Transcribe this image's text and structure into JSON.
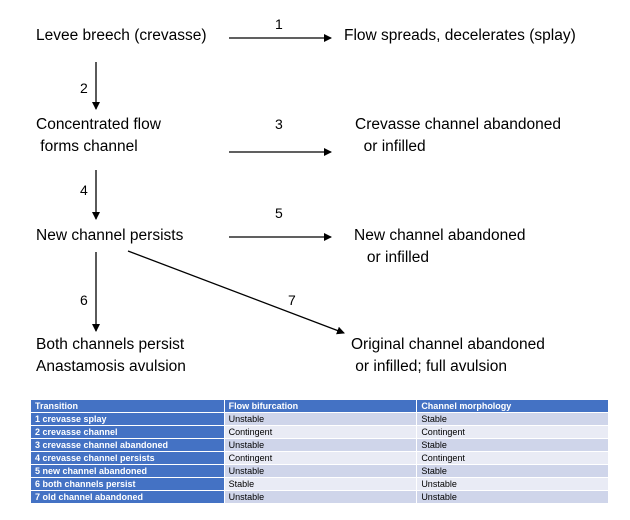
{
  "nodes": {
    "levee_breech": "Levee breech (crevasse)",
    "flow_spreads": "Flow spreads, decelerates (splay)",
    "concentrated_flow": "Concentrated flow\n forms channel",
    "crevasse_abandoned": "Crevasse channel abandoned\n  or infilled",
    "new_channel_persists": "New channel persists",
    "new_channel_abandoned": "New channel abandoned\n   or infilled",
    "both_channels": "Both channels persist\nAnastamosis avulsion",
    "original_abandoned": "Original channel abandoned\n or infilled; full avulsion"
  },
  "transition_numbers": [
    "1",
    "2",
    "3",
    "4",
    "5",
    "6",
    "7"
  ],
  "table": {
    "headers": [
      "Transition",
      "Flow bifurcation",
      "Channel morphology"
    ],
    "rows": [
      [
        "1 crevasse splay",
        "Unstable",
        "Stable"
      ],
      [
        "2 crevasse channel",
        "Contingent",
        "Contingent"
      ],
      [
        "3 crevasse channel abandoned",
        "Unstable",
        "Stable"
      ],
      [
        "4 crevasse channel persists",
        "Contingent",
        "Contingent"
      ],
      [
        "5 new channel abandoned",
        "Unstable",
        "Stable"
      ],
      [
        "6 both channels persist",
        "Stable",
        "Unstable"
      ],
      [
        "7 old channel abandoned",
        "Unstable",
        "Unstable"
      ]
    ]
  },
  "colors": {
    "header_fill": "#4472c4",
    "row_fill_dark": "#cfd5ea",
    "row_fill_light": "#e9ebf5"
  }
}
